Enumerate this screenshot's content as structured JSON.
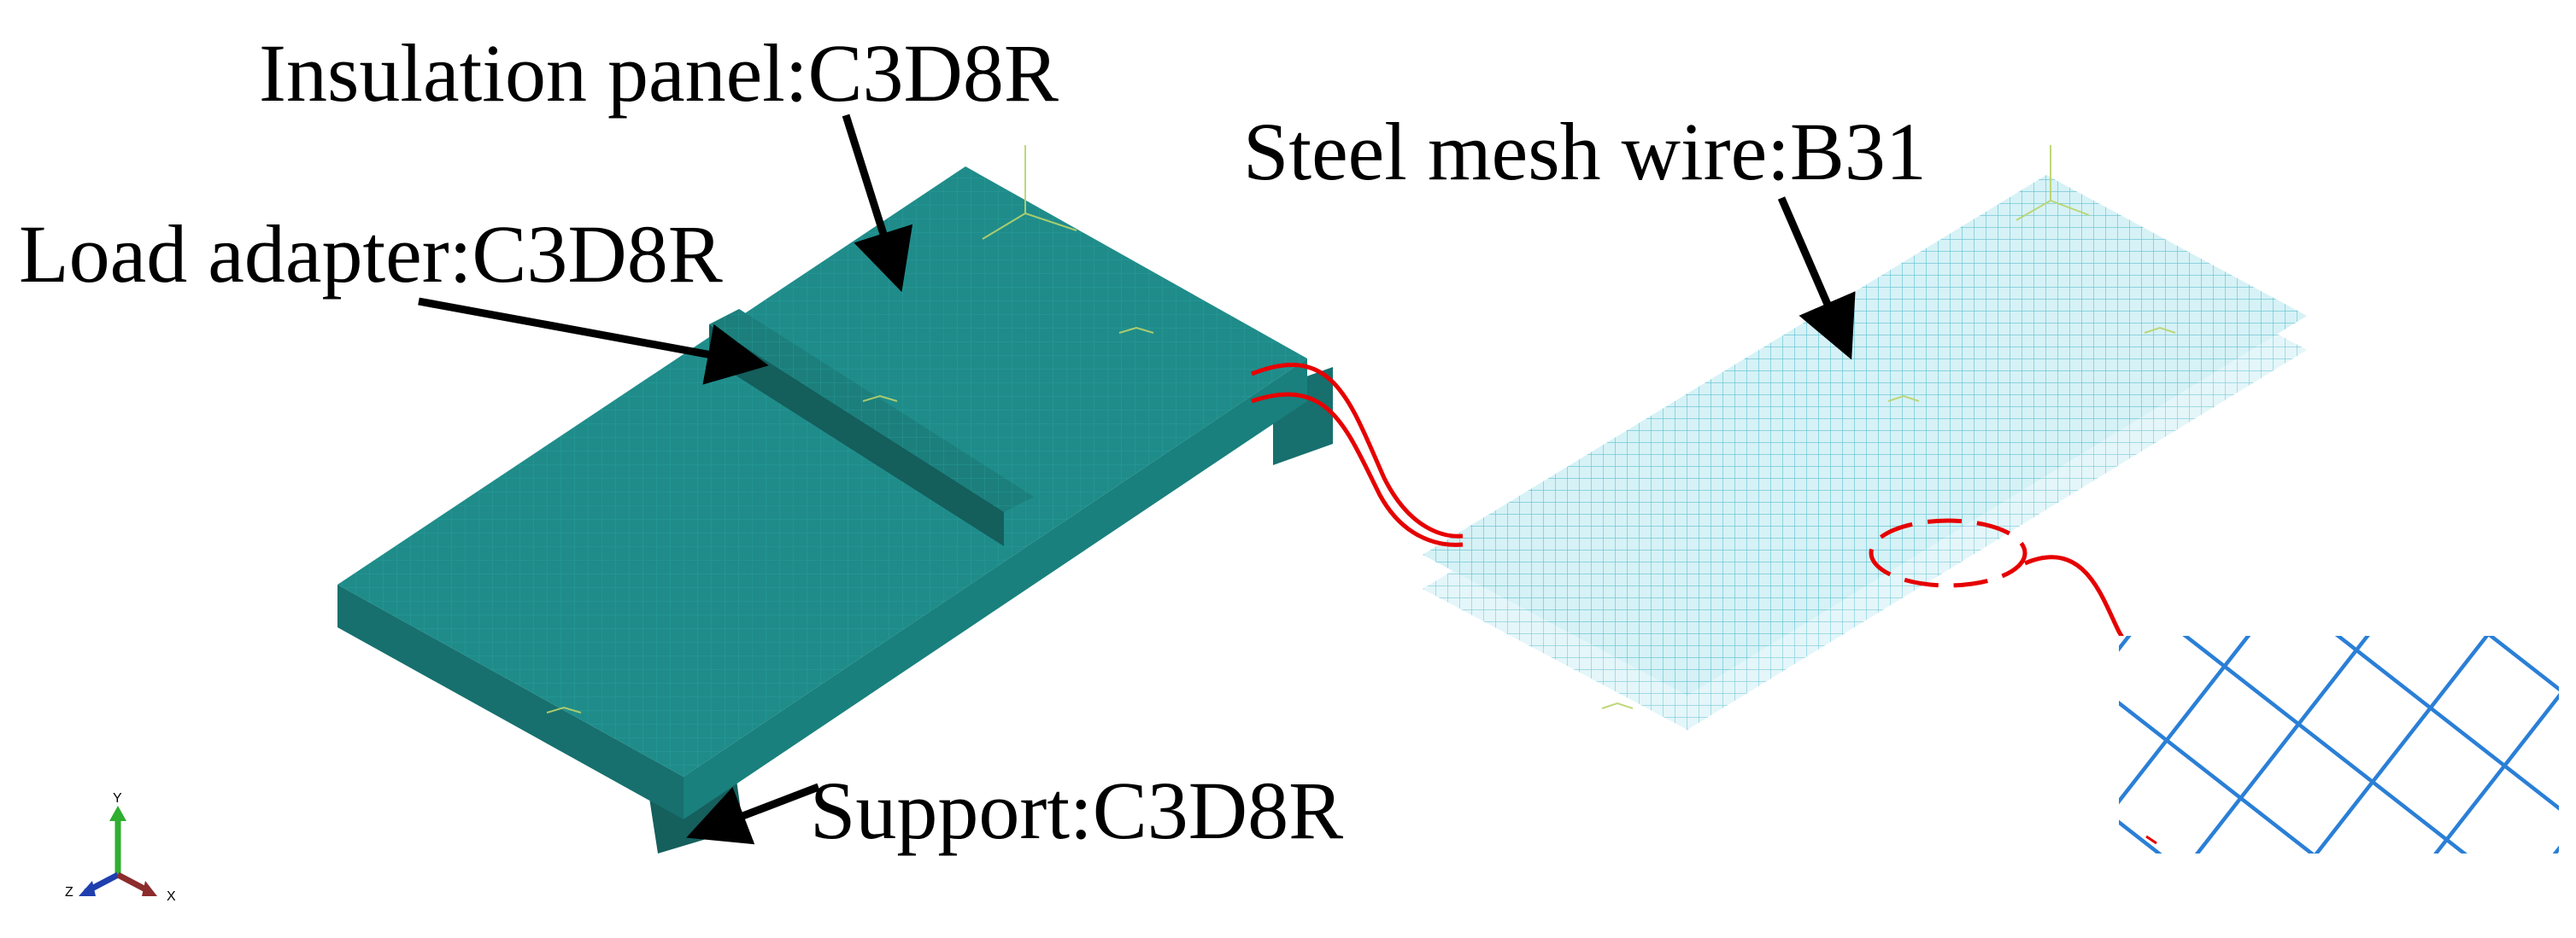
{
  "labels": {
    "insulation_panel": "Insulation panel:C3D8R",
    "load_adapter": "Load adapter:C3D8R",
    "support": "Support:C3D8R",
    "steel_mesh_wire": "Steel mesh wire:B31"
  },
  "triad": {
    "y": "Y",
    "z": "Z",
    "x": "X"
  },
  "colors": {
    "panel_top": "#1f8c8a",
    "panel_side": "#17706e",
    "mesh_line": "#6fc8d6",
    "mesh_bg": "#d6f2f6",
    "connector": "#e60000",
    "zoom_mesh": "#2a7fd6",
    "arrow": "#000000"
  }
}
